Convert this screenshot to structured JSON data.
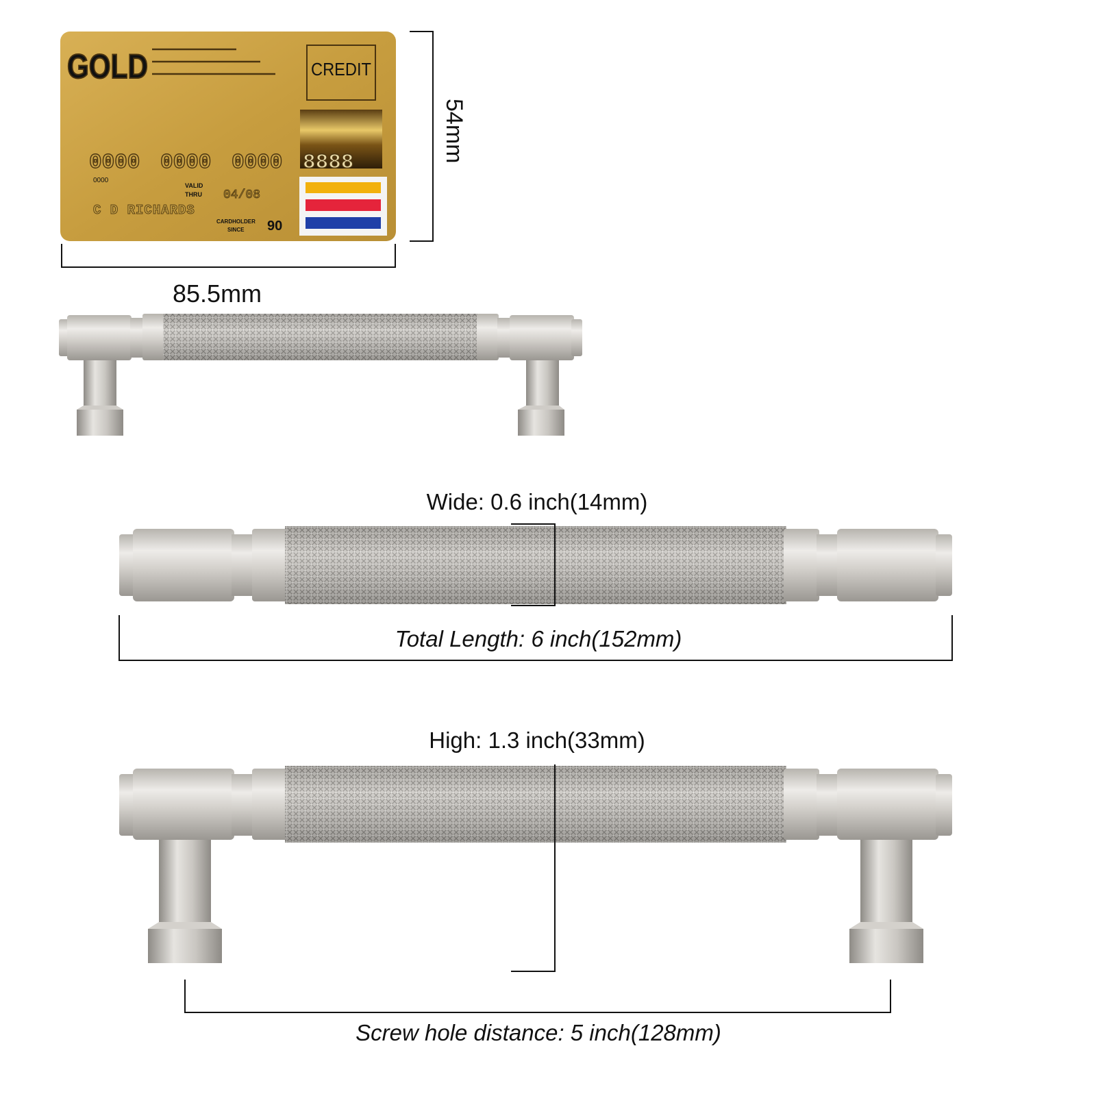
{
  "card": {
    "brand": "GOLD",
    "type_label": "CREDIT",
    "number_groups": [
      "0000",
      "0000",
      "0000",
      "8888"
    ],
    "small_number": "0000",
    "valid_thru_line1": "VALID",
    "valid_thru_line2": "THRU",
    "expiry": "04/08",
    "holder_name": "C D RICHARDS",
    "since_line1": "CARDHOLDER",
    "since_line2": "SINCE",
    "since_year": "90",
    "card_color": "#c9a348",
    "flag_colors": [
      "#f2b10d",
      "#e5243b",
      "#1f3fa8"
    ]
  },
  "dimensions": {
    "card_height": "54mm",
    "card_width": "85.5mm",
    "wide": "Wide: 0.6 inch(14mm)",
    "total_length": "Total Length: 6 inch(152mm)",
    "high": "High: 1.3 inch(33mm)",
    "screw_hole": "Screw hole distance: 5 inch(128mm)"
  },
  "colors": {
    "metal_light": "#e3e1de",
    "metal_mid": "#c4c1bc",
    "metal_dark": "#8e8b86",
    "line": "#111111"
  }
}
